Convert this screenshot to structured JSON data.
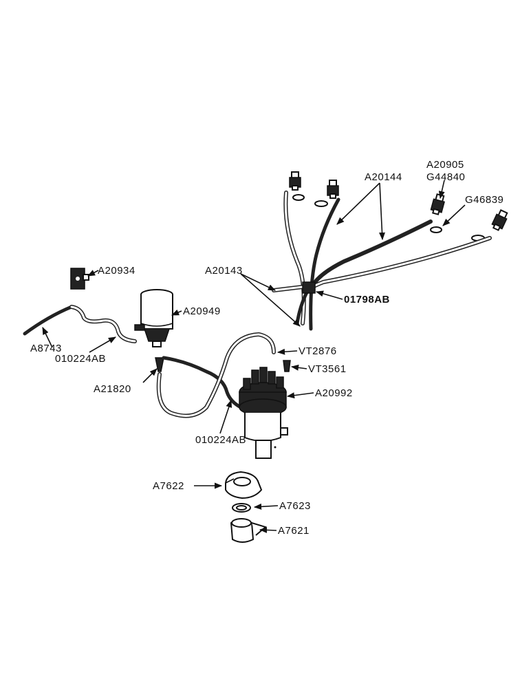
{
  "labels": {
    "a20905": "A20905",
    "g44840": "G44840",
    "a20144": "A20144",
    "g46839": "G46839",
    "a20934": "A20934",
    "a20143": "A20143",
    "a01798ab": "01798AB",
    "a20949": "A20949",
    "a8743": "A8743",
    "a010224ab_top": "010224AB",
    "vt2876": "VT2876",
    "vt3561": "VT3561",
    "a21820": "A21820",
    "a20992": "A20992",
    "a010224ab_bottom": "010224AB",
    "a7622": "A7622",
    "a7623": "A7623",
    "a7621": "A7621"
  }
}
